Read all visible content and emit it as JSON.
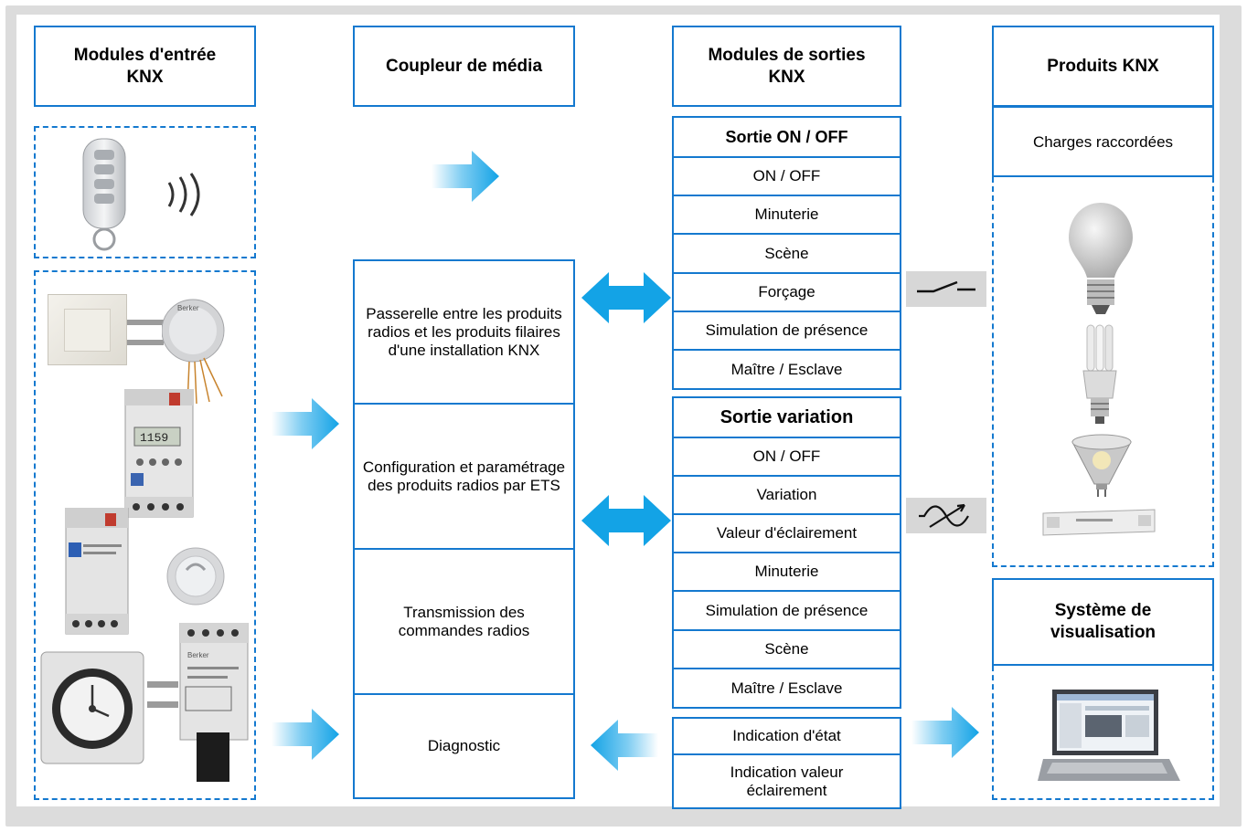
{
  "columns": {
    "input": {
      "title": "Modules d'entrée KNX"
    },
    "coupler": {
      "title": "Coupleur de média"
    },
    "outputs": {
      "title": "Modules de sorties KNX"
    },
    "products": {
      "title": "Produits KNX"
    }
  },
  "coupler_functions": [
    "Passerelle entre les produits radios et les produits filaires d'une installation KNX",
    "Configuration et paramétrage des produits radios par ETS",
    "Transmission des commandes radios",
    "Diagnostic"
  ],
  "onoff_output": {
    "title": "Sortie ON / OFF",
    "items": [
      "ON / OFF",
      "Minuterie",
      "Scène",
      "Forçage",
      "Simulation de présence",
      "Maître / Esclave"
    ]
  },
  "dimming_output": {
    "title": "Sortie variation",
    "items": [
      "ON / OFF",
      "Variation",
      "Valeur d'éclairement",
      "Minuterie",
      "Simulation de présence",
      "Scène",
      "Maître / Esclave"
    ]
  },
  "status_output": {
    "items": [
      "Indication d'état",
      "Indication valeur éclairement"
    ]
  },
  "products": {
    "connected_loads": "Charges raccordées",
    "visualisation_title": "Système de visualisation"
  },
  "device_text": {
    "brand": "Berker",
    "timer_display": "1159"
  },
  "colors": {
    "accent": "#1479cf",
    "arrow": "#13a3e6",
    "frame": "#dcdcdc"
  },
  "icons": [
    "remote-control-icon",
    "radio-waves-icon",
    "switch-symbol-icon",
    "dimmer-symbol-icon",
    "bulb-icon",
    "cfl-bulb-icon",
    "halogen-spot-icon",
    "transformer-icon",
    "laptop-icon",
    "arrow-right-icon",
    "double-arrow-icon",
    "arrow-left-icon"
  ]
}
